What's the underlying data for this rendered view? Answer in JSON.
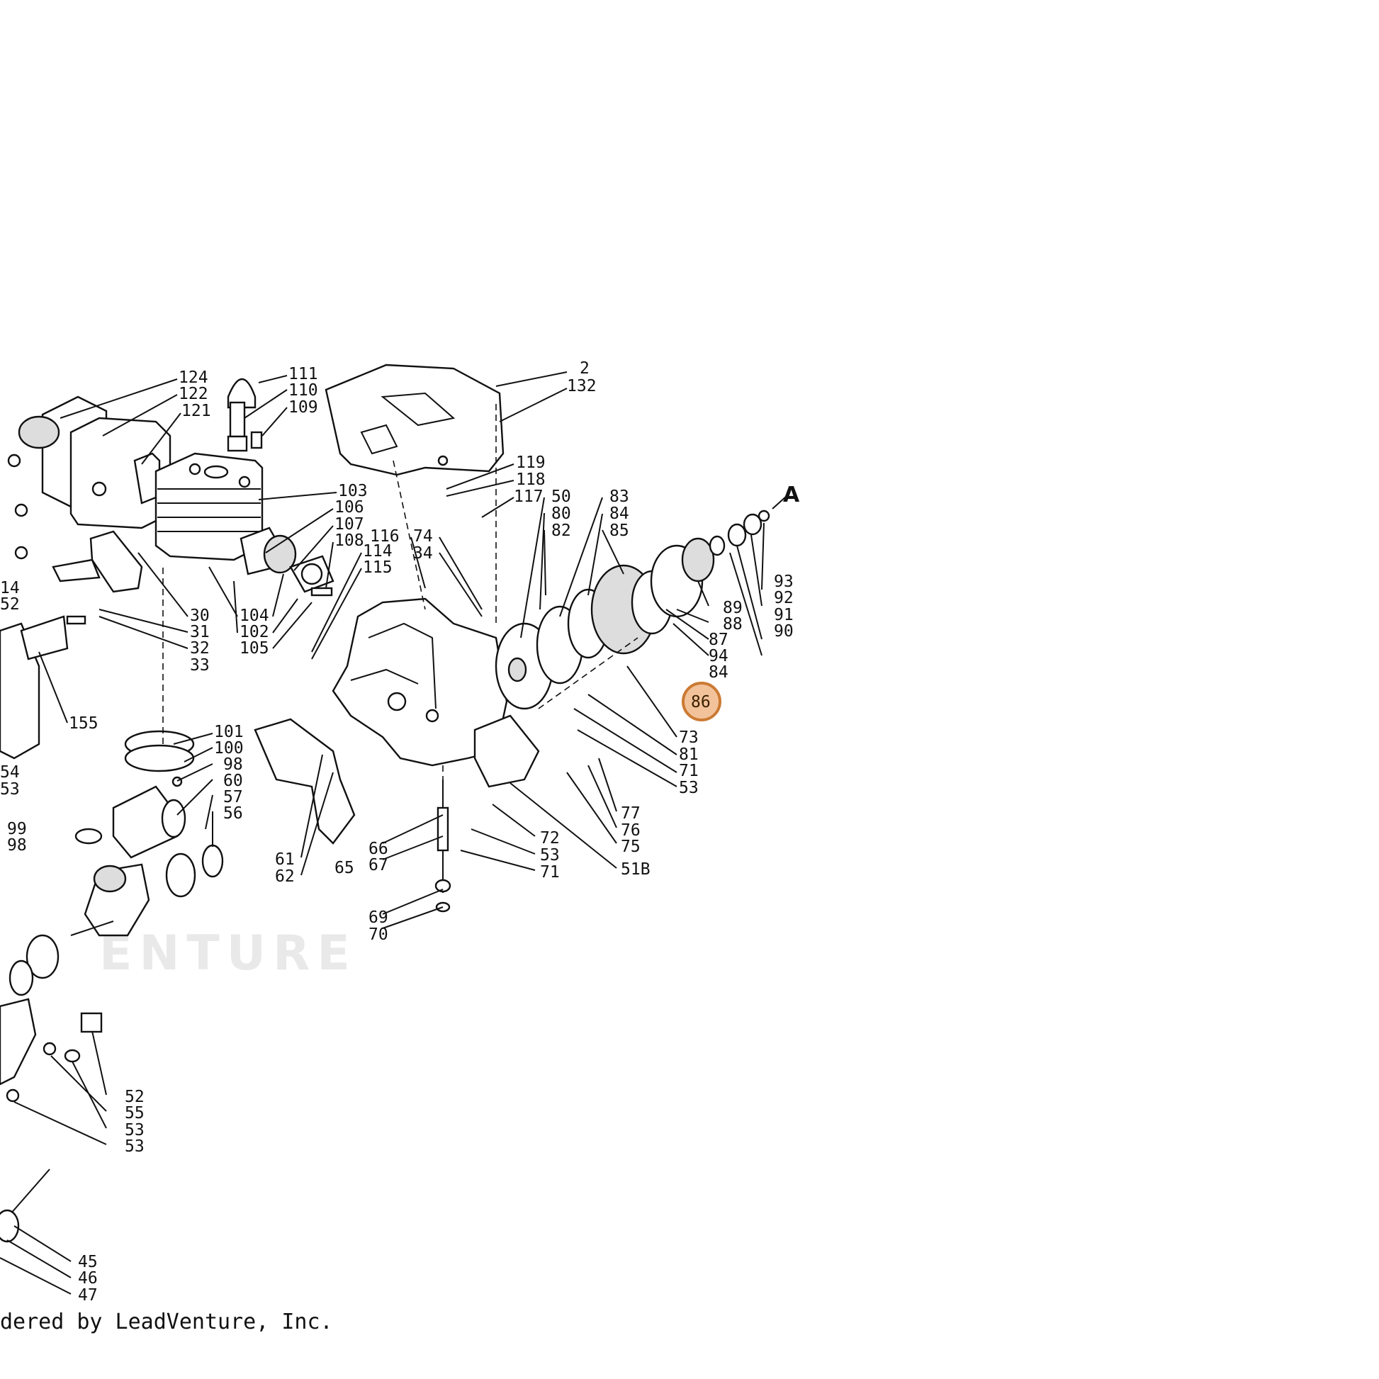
{
  "diagram": {
    "watermark": "ENTURE",
    "footer": "dered by LeadVenture, Inc.",
    "callout": "A",
    "highlight": {
      "label": "86",
      "color": "#f0b98a"
    },
    "labels": [
      "124",
      "122",
      "121",
      "111",
      "110",
      "109",
      "2",
      "132",
      "119",
      "118",
      "117",
      "50",
      "80",
      "82",
      "83",
      "84",
      "85",
      "103",
      "106",
      "107",
      "108",
      "116",
      "74",
      "34",
      "114",
      "115",
      "14",
      "52",
      "30",
      "31",
      "32",
      "33",
      "104",
      "102",
      "105",
      "155",
      "101",
      "100",
      "98",
      "60",
      "57",
      "56",
      "54",
      "53",
      "99",
      "98",
      "61",
      "62",
      "65",
      "66",
      "67",
      "69",
      "70",
      "72",
      "53",
      "71",
      "51B",
      "77",
      "76",
      "75",
      "73",
      "81",
      "71",
      "53",
      "87",
      "94",
      "84",
      "89",
      "88",
      "91",
      "90",
      "93",
      "92",
      "52",
      "55",
      "53",
      "53",
      "45",
      "46",
      "47"
    ]
  }
}
